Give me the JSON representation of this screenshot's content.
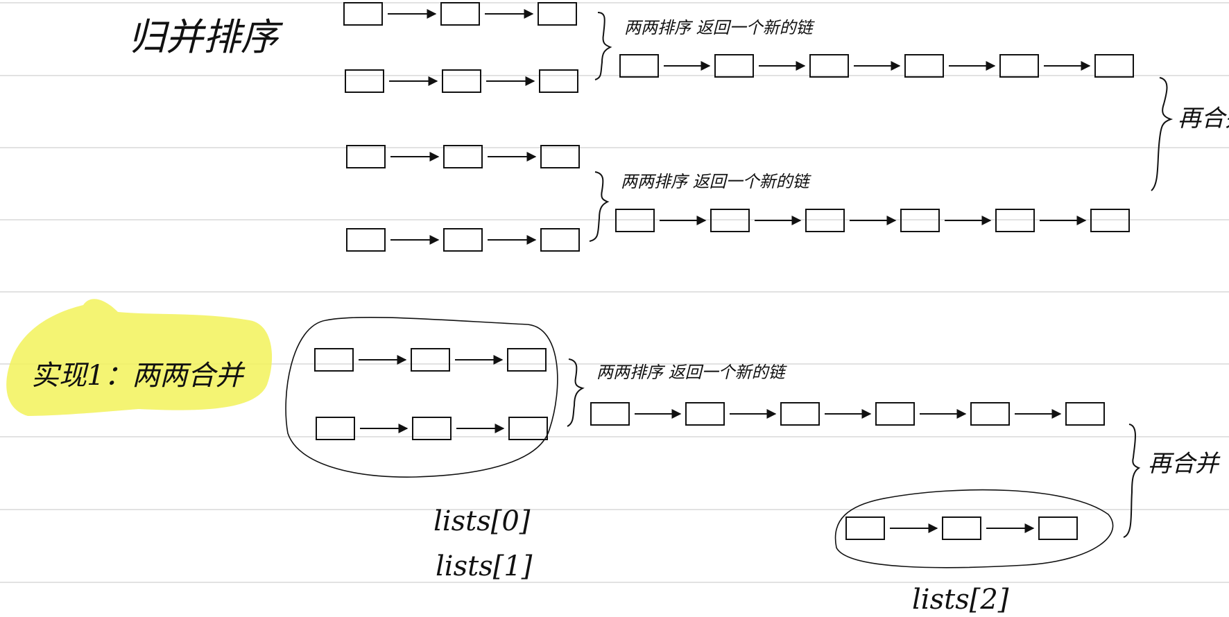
{
  "texts": {
    "title": "归并排序",
    "approach": "实现1：两两合并",
    "merge_note_1": "两两排序 返回一个新的链",
    "merge_note_2": "两两排序 返回一个新的链",
    "merge_note_3": "两两排序 返回一个新的链",
    "merge_again_1": "再合并",
    "merge_again_2": "再合并",
    "label_lists0": "lists[0]",
    "label_lists1": "lists[1]",
    "label_lists2": "lists[2]"
  },
  "colors": {
    "rule_line": "#d9d9d9",
    "ink": "#111111",
    "highlight": "#f2f25a"
  },
  "lists": [
    {
      "id": "top-list-1",
      "nodes": 3
    },
    {
      "id": "top-list-2",
      "nodes": 3
    },
    {
      "id": "top-list-3",
      "nodes": 3
    },
    {
      "id": "top-list-4",
      "nodes": 3
    },
    {
      "id": "top-merged-1",
      "nodes": 6
    },
    {
      "id": "top-merged-2",
      "nodes": 6
    },
    {
      "id": "bottom-list-0",
      "nodes": 3
    },
    {
      "id": "bottom-list-1",
      "nodes": 3
    },
    {
      "id": "bottom-merged",
      "nodes": 6
    },
    {
      "id": "bottom-list-2",
      "nodes": 3
    }
  ]
}
